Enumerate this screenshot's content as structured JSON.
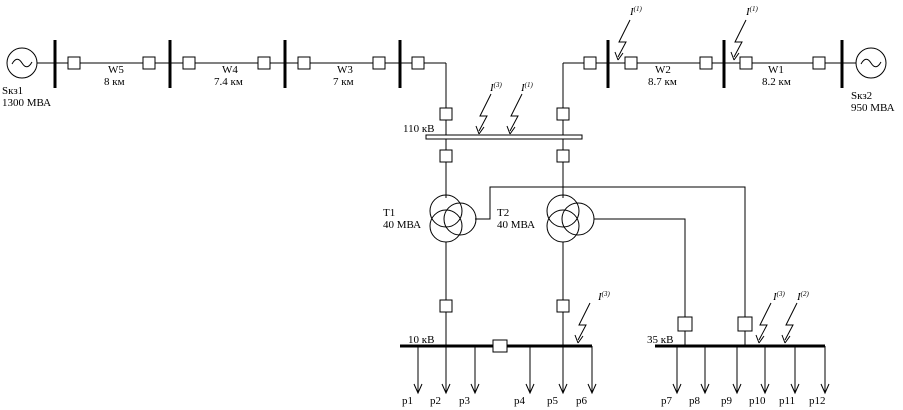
{
  "sources": [
    {
      "name": "Sкз1",
      "power": "1300 МВА"
    },
    {
      "name": "Sкз2",
      "power": "950 МВА"
    }
  ],
  "lines": [
    {
      "name": "W5",
      "length": "8 км"
    },
    {
      "name": "W4",
      "length": "7.4 км"
    },
    {
      "name": "W3",
      "length": "7 км"
    },
    {
      "name": "W2",
      "length": "8.7 км"
    },
    {
      "name": "W1",
      "length": "8.2 км"
    }
  ],
  "buses": {
    "hv": "110 кВ",
    "mv": "35 кВ",
    "lv": "10 кВ"
  },
  "transformers": [
    {
      "name": "T1",
      "power": "40 МВА"
    },
    {
      "name": "T2",
      "power": "40 МВА"
    }
  ],
  "faults": [
    {
      "label": "I",
      "sup": "(3)"
    },
    {
      "label": "I",
      "sup": "(1)"
    },
    {
      "label": "I",
      "sup": "(1)"
    },
    {
      "label": "I",
      "sup": "(1)"
    },
    {
      "label": "I",
      "sup": "(3)"
    },
    {
      "label": "I",
      "sup": "(3)"
    },
    {
      "label": "I",
      "sup": "(2)"
    }
  ],
  "loads": [
    "p1",
    "p2",
    "p3",
    "p4",
    "p5",
    "p6",
    "p7",
    "p8",
    "p9",
    "p10",
    "p11",
    "p12"
  ]
}
